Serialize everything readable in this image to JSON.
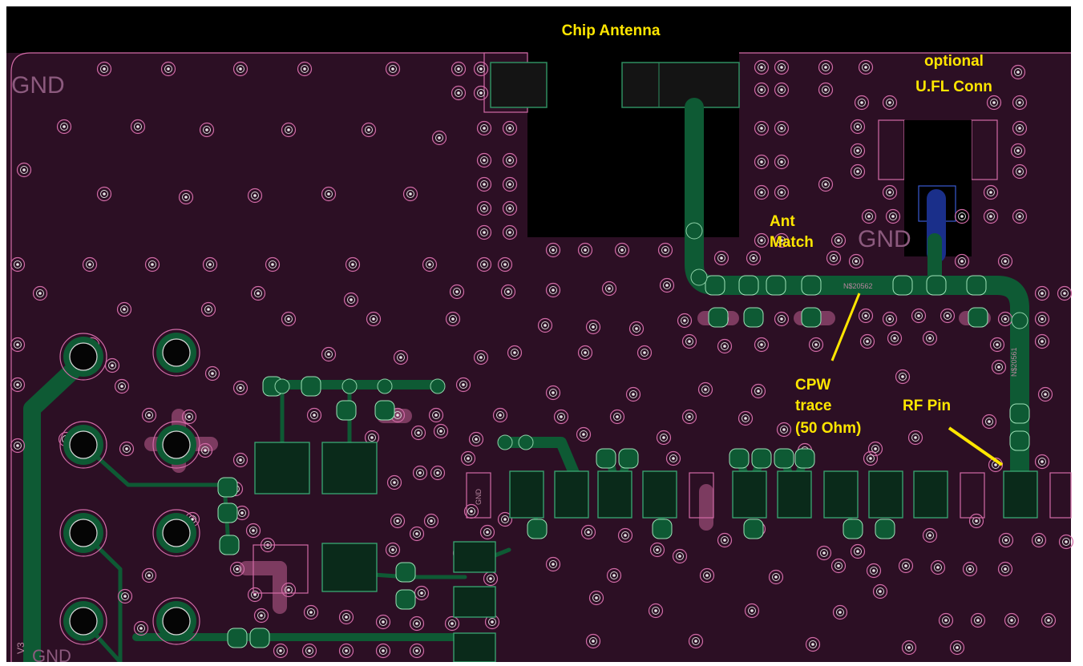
{
  "labels": {
    "chip_antenna": "Chip Antenna",
    "ufl_line1": "optional",
    "ufl_line2": "U.FL Conn",
    "ant_match_line1": "Ant",
    "ant_match_line2": "Match",
    "cpw_line1": "CPW",
    "cpw_line2": "trace",
    "cpw_line3": "(50 Ohm)",
    "rf_pin": "RF Pin",
    "gnd_topleft": "GND",
    "gnd_middle": "GND",
    "net_name": "N$20562",
    "net_vertical": "N$20561",
    "gnd_pad": "GND",
    "gnd_bottom": "GND",
    "v3": "V3"
  },
  "colors": {
    "board": "#2c0f24",
    "outline": "#d16aa6",
    "copper": "#0e5a34",
    "pad": "#0a2a1a",
    "top_bar": "#000000",
    "annotation": "#ffe600",
    "connector_pin": "#1a2f8a",
    "mask": "#c06091"
  },
  "icons": {
    "via": "via-ring-icon",
    "through_hole": "through-hole-pad-icon"
  }
}
